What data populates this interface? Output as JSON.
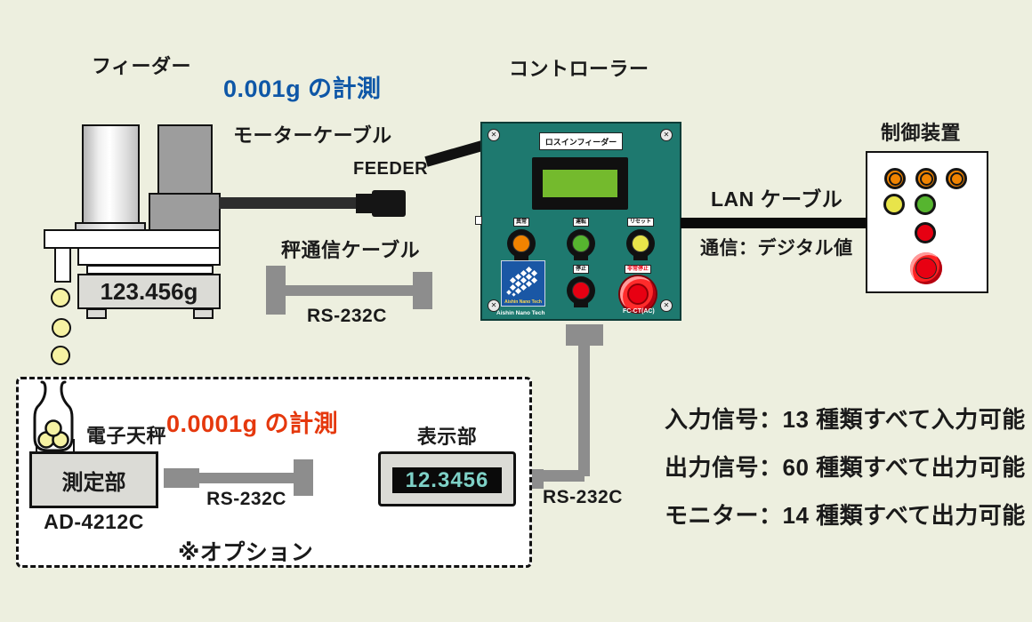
{
  "title_labels": {
    "feeder": "フィーダー",
    "measure_001": "0.001g の計測",
    "motor_cable": "モーターケーブル",
    "feeder_connector": "FEEDER",
    "controller": "コントローラー",
    "control_device": "制御装置"
  },
  "feeder": {
    "weight_display": "123.456g"
  },
  "scale_cable": {
    "label": "秤通信ケーブル",
    "type": "RS-232C"
  },
  "lan": {
    "label": "LAN ケーブル",
    "comm": "通信：デジタル値"
  },
  "controller_panel": {
    "nameplate": "ロスインフィーダー",
    "buttons": [
      {
        "label": "異常",
        "color": "#f08300"
      },
      {
        "label": "運転",
        "color": "#56b52f"
      },
      {
        "label": "リセット",
        "color": "#e8e44a"
      },
      {
        "label": "停止",
        "color": "#e60012"
      },
      {
        "label": "非常停止",
        "color": "#e60012"
      }
    ],
    "logo_text": "Aishin Nano Tech",
    "brand_text": "Aishin Nano Tech",
    "model_text": "FC-CT(AC)",
    "rs232c": "RS-232C"
  },
  "option_box": {
    "note": "※オプション",
    "measure_0001": "0.0001g の計測",
    "balance_label": "電子天秤",
    "measuring_unit": "測定部",
    "model": "AD-4212C",
    "rs232c": "RS-232C",
    "display_label": "表示部",
    "display_value": "12.3456"
  },
  "specs": [
    "入力信号：13 種類すべて入力可能",
    "出力信号：60 種類すべて出力可能",
    "モニター：14 種類すべて出力可能"
  ],
  "colors": {
    "background": "#edefdf",
    "blue_text": "#0e57a7",
    "red_text": "#e5380d",
    "controller_teal": "#1e796f",
    "lcd_green": "#74ba2d",
    "display_digits": "#7ed1c7",
    "orange_lamp": "#f08300",
    "green_lamp": "#56b52f",
    "yellow_lamp": "#e8e44a",
    "red_lamp": "#e60012",
    "cable_gray": "#8d8d8d"
  }
}
